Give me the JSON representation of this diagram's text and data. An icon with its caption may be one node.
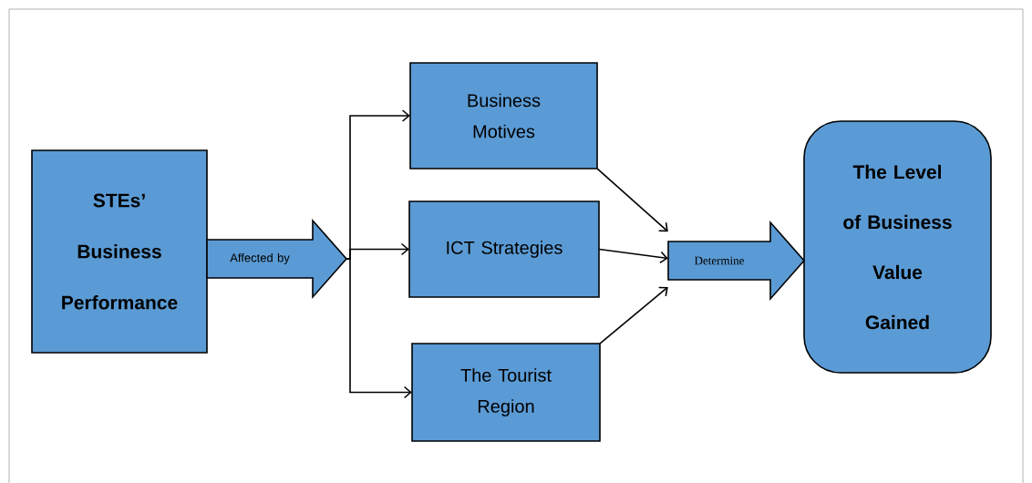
{
  "diagram": {
    "nodes": [
      {
        "text": [
          "STEs’ Business Performance"
        ]
      },
      {
        "text": [
          "Affected by"
        ]
      },
      {
        "text": [
          "Business Motives"
        ]
      },
      {
        "text": [
          "ICT Strategies"
        ]
      },
      {
        "text": [
          "The Tourist Region"
        ]
      },
      {
        "text": [
          "Determine"
        ]
      },
      {
        "text": [
          "The Level of Business Value Gained"
        ]
      }
    ],
    "edges": [
      {
        "from": 1,
        "to": 2,
        "arrow": "to"
      },
      {
        "from": 1,
        "to": 3,
        "arrow": "to"
      },
      {
        "from": 1,
        "to": 4,
        "arrow": "to"
      },
      {
        "from": 2,
        "to": 5,
        "arrow": "to"
      },
      {
        "from": 3,
        "to": 5,
        "arrow": "to"
      },
      {
        "from": 4,
        "to": 5,
        "arrow": "to"
      }
    ]
  }
}
